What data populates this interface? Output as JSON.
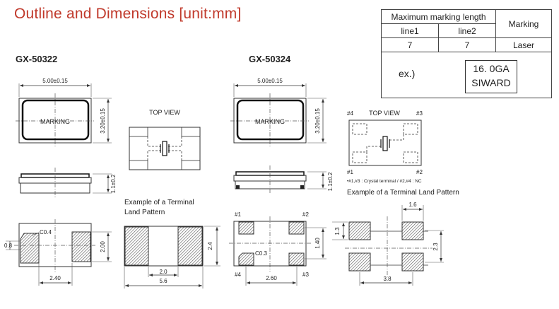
{
  "title": "Outline and Dimensions [unit:mm]",
  "models": {
    "left": "GX-50322",
    "right": "GX-50324"
  },
  "marking_table": {
    "header": "Maximum marking length",
    "marking_header": "Marking",
    "line1_label": "line1",
    "line2_label": "line2",
    "line1_value": "7",
    "line2_value": "7",
    "marking_value": "Laser",
    "example_label": "ex.)",
    "example_line1": "16. 0GA",
    "example_line2": "SIWARD"
  },
  "gx50322": {
    "marking": "MARKING",
    "width_dim": "5.00±0.15",
    "height_dim": "3.20±0.15",
    "thickness_dim": "1.1±0.2",
    "chamfer": "C0.4",
    "pad_h": "0.8",
    "pad_pitch_v": "2.00",
    "pad_pitch_h": "2.40",
    "top_view": "TOP VIEW",
    "land_title_1": "Example of a Terminal",
    "land_title_2": "Land Pattern",
    "land_gap": "2.0",
    "land_total": "5.6",
    "land_height": "2.4"
  },
  "gx50324": {
    "marking": "MARKING",
    "width_dim": "5.00±0.15",
    "height_dim": "3.20±0.15",
    "thickness_dim": "1.1±0.2",
    "chamfer": "C0.3",
    "pin1": "#1",
    "pin2": "#2",
    "pin3": "#3",
    "pin4": "#4",
    "pad_pitch_v": "1.40",
    "pad_pitch_h": "2.60",
    "top_view": "TOP VIEW",
    "note": "•#1,#3 : Crystal terminal / #2,#4 : NC",
    "land_title": "Example of a Terminal Land Pattern",
    "land_top": "1.6",
    "land_left": "1.3",
    "land_right": "2.3",
    "land_bottom": "3.8"
  }
}
